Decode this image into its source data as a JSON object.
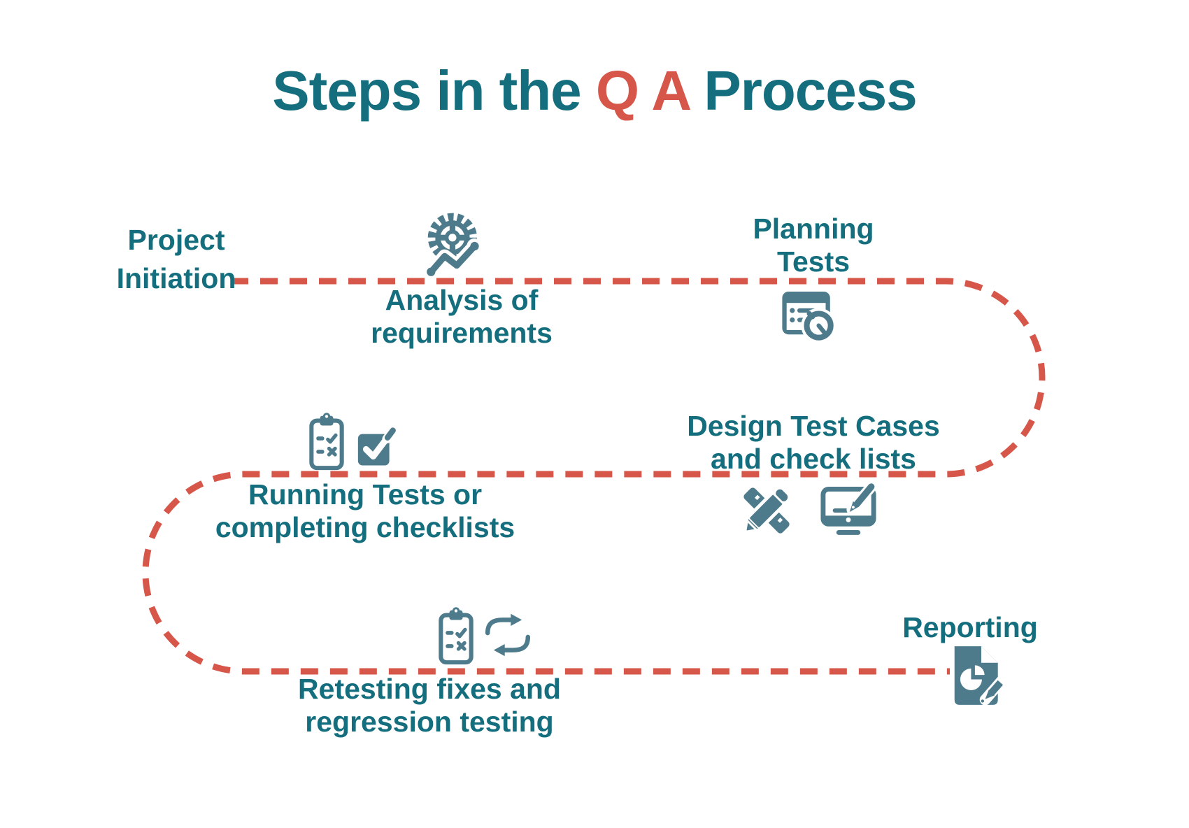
{
  "title": {
    "prefix": "Steps in the ",
    "highlight": "Q A",
    "suffix": " Process"
  },
  "colors": {
    "teal": "#146E7D",
    "coral": "#D6574A",
    "slate": "#4E7B8C",
    "bg": "#FFFFFF"
  },
  "flow_path": {
    "style": "dashed",
    "color": "#D6574A",
    "shape": "s-curve left-to-right, right u-turn down, right-to-left, left u-turn down, left-to-right"
  },
  "steps": [
    {
      "label_lines": [
        "Project",
        "Initiation"
      ],
      "icons": []
    },
    {
      "label_lines": [
        "Analysis of",
        "requirements"
      ],
      "icons": [
        "gear-analytics-icon"
      ]
    },
    {
      "label_lines": [
        "Planning",
        "Tests"
      ],
      "icons": [
        "calendar-stopwatch-icon"
      ]
    },
    {
      "label_lines": [
        "Design Test Cases",
        "and check lists"
      ],
      "icons": [
        "ruler-pencil-icon",
        "monitor-pen-icon"
      ]
    },
    {
      "label_lines": [
        "Running Tests or",
        "completing checklists"
      ],
      "icons": [
        "clipboard-checklist-icon",
        "checkbox-check-icon"
      ]
    },
    {
      "label_lines": [
        "Retesting fixes and",
        "regression testing"
      ],
      "icons": [
        "clipboard-checklist-icon",
        "sync-arrows-icon"
      ]
    },
    {
      "label_lines": [
        "Reporting"
      ],
      "icons": [
        "report-document-pencil-icon"
      ]
    }
  ]
}
